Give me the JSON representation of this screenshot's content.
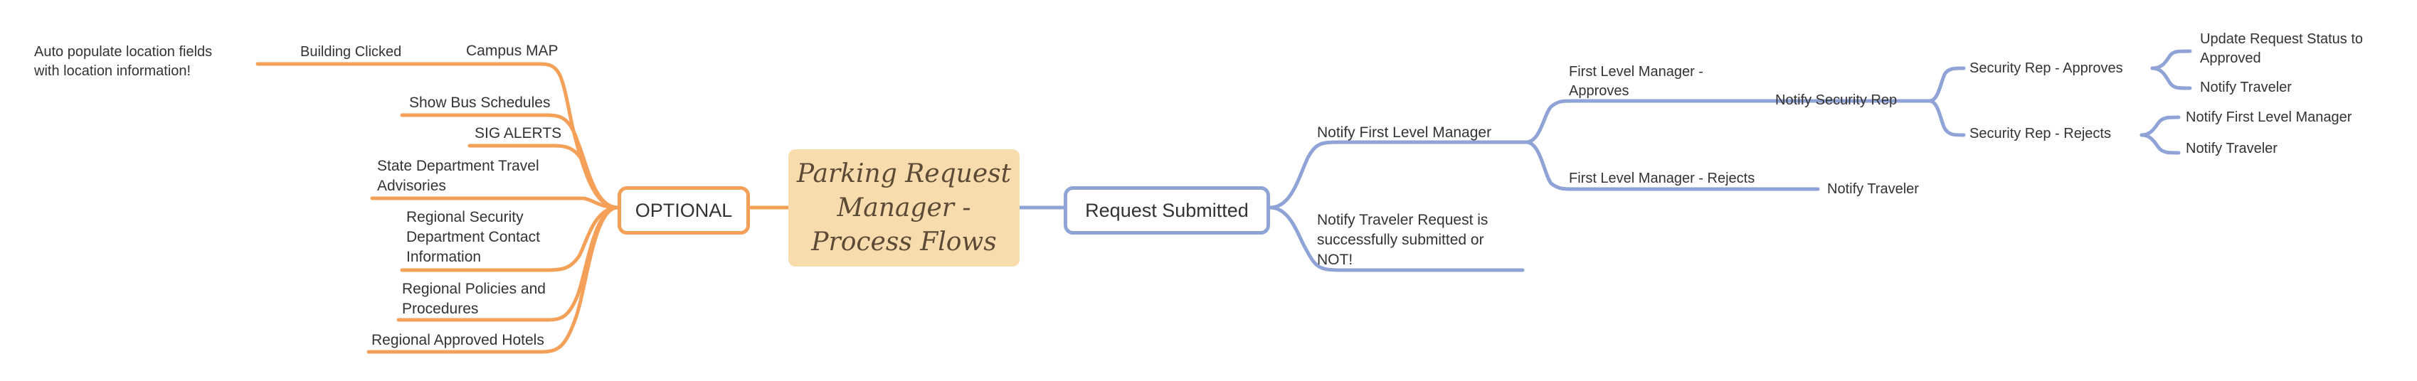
{
  "colors": {
    "orange": "#f4a058",
    "blue": "#8fa3d6",
    "central_fill": "#f9dcad"
  },
  "central": "Parking Request\nManager -\nProcess Flows",
  "left_branch": {
    "label": "OPTIONAL",
    "items": [
      "Campus MAP",
      "Building Clicked",
      "Auto populate location fields\nwith location information!",
      "Show Bus Schedules",
      "SIG ALERTS",
      "State Department Travel\nAdvisories",
      "Regional Security\nDepartment  Contact\nInformation",
      "Regional Policies and\nProcedures",
      "Regional Approved Hotels"
    ]
  },
  "right_branch": {
    "label": "Request Submitted",
    "notify_manager": "Notify First Level Manager",
    "manager_approves": "First Level Manager -\nApproves",
    "notify_security": "Notify Security Rep",
    "security_approves": "Security Rep - Approves",
    "update_status": "Update Request Status to\nApproved",
    "notify_traveler_approved": "Notify Traveler",
    "security_rejects": "Security Rep - Rejects",
    "notify_manager_rejected": "Notify First Level Manager",
    "notify_traveler_rejected": "Notify Traveler",
    "manager_rejects": "First Level Manager - Rejects",
    "notify_traveler_manager_rejected": "Notify Traveler",
    "notify_traveler_submitted": "Notify Traveler Request is\nsuccessfully submitted or\nNOT!"
  }
}
